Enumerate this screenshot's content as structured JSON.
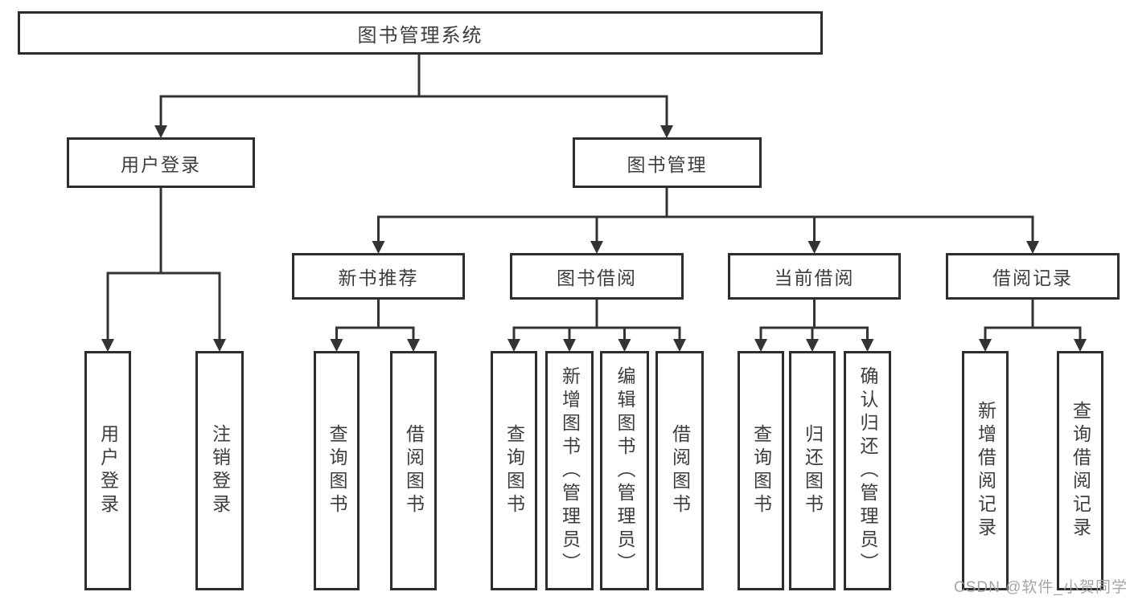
{
  "diagram": {
    "colors": {
      "background": "#ffffff",
      "box_border": "#2d2d2d",
      "connector_line": "#333333",
      "text": "#3d3d3d",
      "watermark": "#9e9e9e"
    },
    "nodes": {
      "root": {
        "label": "图书管理系统"
      },
      "user_login": {
        "label": "用户登录"
      },
      "book_manage": {
        "label": "图书管理"
      },
      "new_book_rec": {
        "label": "新书推荐"
      },
      "book_borrow": {
        "label": "图书借阅"
      },
      "current_borrow": {
        "label": "当前借阅"
      },
      "borrow_record": {
        "label": "借阅记录"
      },
      "ul_user_login": {
        "label": "用户登录"
      },
      "ul_logout": {
        "label": "注销登录"
      },
      "nb_query_book": {
        "label": "查询图书"
      },
      "nb_borrow_book": {
        "label": "借阅图书"
      },
      "bb_query_book": {
        "label": "查询图书"
      },
      "bb_add_book": {
        "label": "新增图书（管理员）"
      },
      "bb_edit_book": {
        "label": "编辑图书（管理员）"
      },
      "bb_borrow_book": {
        "label": "借阅图书"
      },
      "cb_query_book": {
        "label": "查询图书"
      },
      "cb_return_book": {
        "label": "归还图书"
      },
      "cb_confirm_return": {
        "label": "确认归还（管理员）"
      },
      "br_add_record": {
        "label": "新增借阅记录"
      },
      "br_query_record": {
        "label": "查询借阅记录"
      }
    }
  },
  "watermark": {
    "text": "CSDN @软件_小贺同学"
  }
}
